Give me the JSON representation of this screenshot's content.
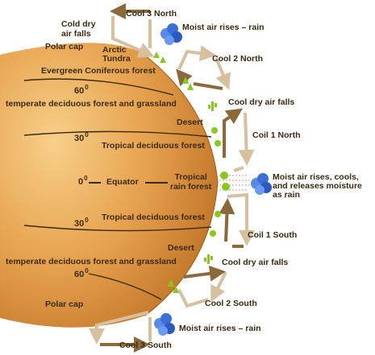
{
  "title": "",
  "cells": {
    "cool3_north": "Cool 3 North",
    "cool2_north": "Cool 2 North",
    "coil1_north": "Coil 1 North",
    "coil1_south": "Coil 1 South",
    "cool2_south": "Cool 2 South",
    "cool3_south": "Cool 3 South"
  },
  "air": {
    "cold_dry_falls_line1": "Cold dry",
    "cold_dry_falls_line2": "air falls",
    "moist_rises_rain_north": "Moist air rises – rain",
    "cool_dry_falls_north": "Cool dry air falls",
    "equator_moist_line1": "Moist air rises, cools,",
    "equator_moist_line2": "and releases moisture",
    "equator_moist_line3": "as rain",
    "cool_dry_falls_south": "Cool dry air falls",
    "moist_rises_rain_south": "Moist air rises – rain"
  },
  "biomes": {
    "polar_cap_north": "Polar cap",
    "arctic_line1": "Arctic",
    "arctic_line2": "Tundra",
    "evergreen": "Evergreen Coniferous forest",
    "temperate_north": "temperate deciduous forest and grassland",
    "desert_north": "Desert",
    "tropical_deciduous_north": "Tropical deciduous forest",
    "rain_forest_line1": "Tropical",
    "rain_forest_line2": "rain forest",
    "tropical_deciduous_south": "Tropical deciduous forest",
    "desert_south": "Desert",
    "temperate_south": "temperate deciduous forest and grassland",
    "polar_cap_south": "Polar cap"
  },
  "latitudes": {
    "lat60n_num": "60",
    "lat30n_num": "30",
    "lat0_num": "0",
    "lat30s_num": "30",
    "lat60s_num": "60",
    "degree_sup": "0",
    "equator": "Equator"
  },
  "colors": {
    "globe_light": "#f0c070",
    "globe_dark": "#b86a1c",
    "arrow_brown": "#8a6a3a",
    "cloud_blue": "#3a6fd8",
    "vegetation": "#8ac820"
  },
  "icons": [
    "cloud-icon",
    "rain-icon",
    "cactus-icon",
    "tree-icon"
  ]
}
